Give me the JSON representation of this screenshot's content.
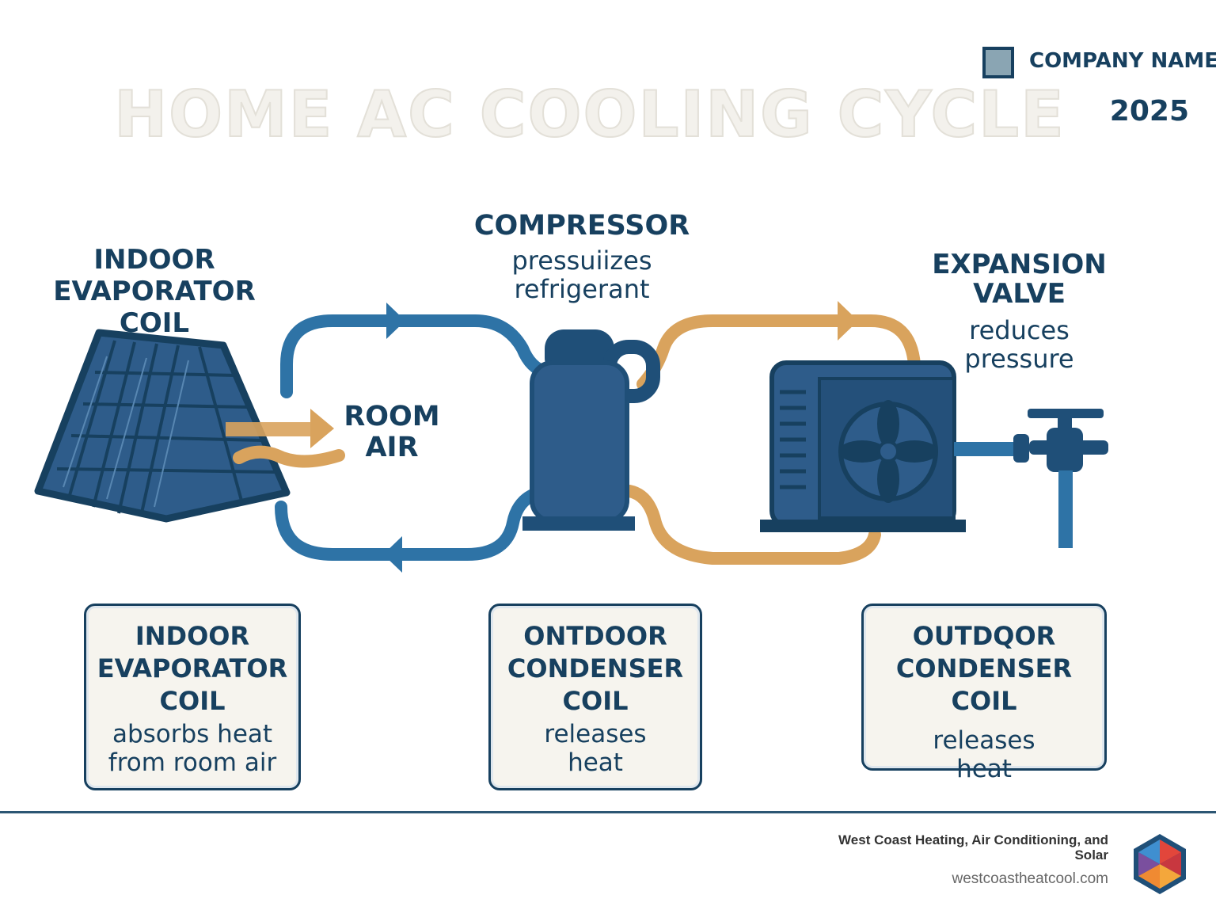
{
  "header": {
    "title": "HOME AC COOLING CYCLE",
    "company_name": "COMPANY NAME",
    "year": "2025"
  },
  "diagram": {
    "evaporator": {
      "title_line1": "INDOOR",
      "title_line2": "EVAPORATOR COIL"
    },
    "room_air": {
      "line1": "ROOM",
      "line2": "AIR"
    },
    "compressor": {
      "title": "COMPRESSOR",
      "desc_line1": "pressuiizes",
      "desc_line2": "refrigerant"
    },
    "expansion_valve": {
      "title_line1": "EXPANSION",
      "title_line2": "VALVE",
      "desc_line1": "reduces",
      "desc_line2": "pressure"
    }
  },
  "cards": [
    {
      "h1": "INDOOR",
      "h2": "EVAPORATOR",
      "h3": "COIL",
      "d1": "absorbs heat",
      "d2": "from room air"
    },
    {
      "h1": "ONTDOOR",
      "h2": "CONDENSER",
      "h3": "COIL",
      "d1": "releases",
      "d2": "heat"
    },
    {
      "h1": "OUTDQOR",
      "h2": "CONDENSER COIL",
      "d1": "releases",
      "d2": "heat"
    }
  ],
  "footer": {
    "company_line1": "West Coast Heating, Air Conditioning, and",
    "company_line2": "Solar",
    "url": "westcoastheatcool.com"
  },
  "colors": {
    "navy": "#17405f",
    "pipe_blue": "#2e73a6",
    "pipe_orange": "#d9a35d",
    "card_bg": "#f6f4ee"
  }
}
